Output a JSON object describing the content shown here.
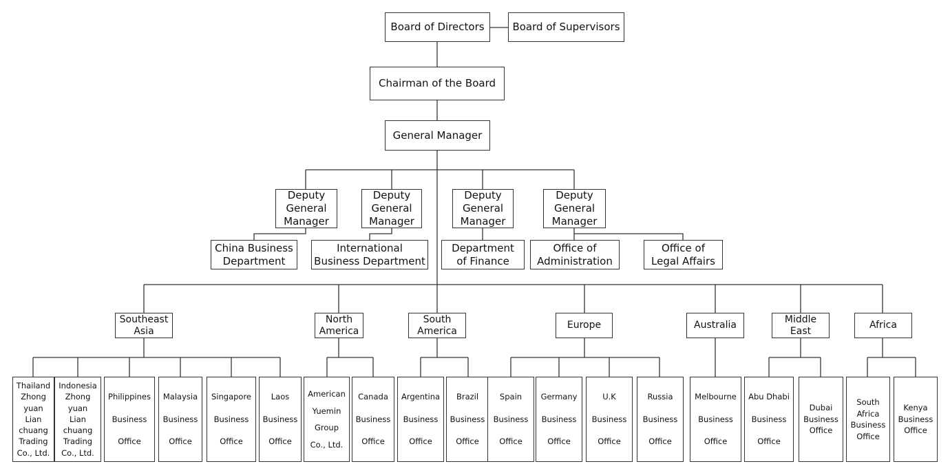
{
  "org": {
    "board": "Board of Directors",
    "supervisors": "Board of Supervisors",
    "chairman": "Chairman of the Board",
    "gm": "General Manager",
    "dgm1": "Deputy\nGeneral\nManager",
    "dgm2": "Deputy\nGeneral\nManager",
    "dgm3": "Deputy\nGeneral\nManager",
    "dgm4": "Deputy\nGeneral\nManager",
    "china_dept": "China Business\nDepartment",
    "intl_dept": "International\nBusiness Department",
    "finance": "Department\nof  Finance",
    "admin": "Office  of\nAdministration",
    "legal": "Office of\nLegal Affairs"
  },
  "regions": {
    "southeast_asia": "Southeast\nAsia",
    "north_america": "North\nAmerica",
    "south_america": "South\nAmerica",
    "europe": "Europe",
    "australia": "Australia",
    "middle_east": "Middle\nEast",
    "africa": "Africa"
  },
  "offices": {
    "thailand": "Thailand\nZhong\nyuan\nLian\nchuang\nTrading\nCo., Ltd.",
    "indonesia": "Indonesia\nZhong\nyuan\nLian\nchuang\nTrading\nCo., Ltd.",
    "philippines": "Philippines\nBusiness\nOffice",
    "malaysia": "Malaysia\nBusiness\nOffice",
    "singapore": "Singapore\nBusiness\nOffice",
    "laos": "Laos\nBusiness\nOffice",
    "american_yuemin": "American\nYuemin\nGroup\nCo., Ltd.",
    "canada": "Canada\nBusiness\nOffice",
    "argentina": "Argentina\nBusiness\nOffice",
    "brazil": "Brazil\nBusiness\nOffice",
    "spain": "Spain\nBusiness\nOffice",
    "germany": "Germany\nBusiness\nOffice",
    "uk": "U.K\nBusiness\nOffice",
    "russia": "Russia\nBusiness\nOffice",
    "melbourne": "Melbourne\nBusiness\nOffice",
    "abu_dhabi": "Abu Dhabi\nBusiness\nOffice",
    "dubai": "Dubai\nBusiness\nOffice",
    "south_africa": "South\nAfrica\nBusiness\nOffice",
    "kenya": "Kenya\nBusiness\nOffice"
  },
  "colors": {
    "line": "#333333",
    "text": "#111111",
    "background": "#ffffff"
  }
}
